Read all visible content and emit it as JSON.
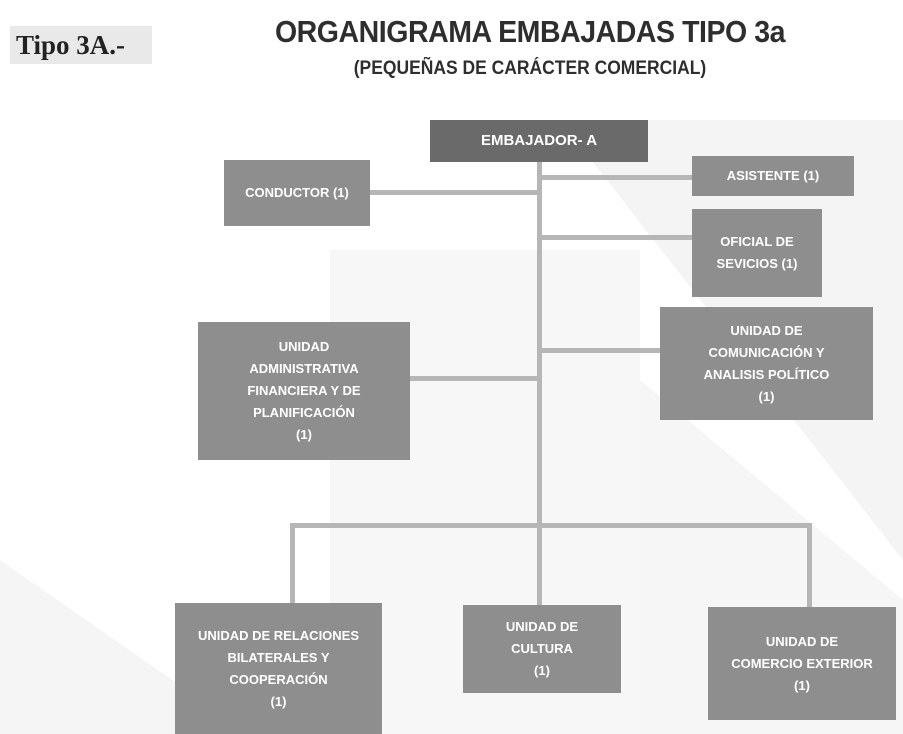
{
  "header": {
    "tag": "Tipo 3A.-",
    "title": "ORGANIGRAMA EMBAJADAS TIPO 3a",
    "subtitle": "(PEQUEÑAS DE CARÁCTER COMERCIAL)"
  },
  "org": {
    "embajador": "EMBAJADOR- A",
    "conductor": "CONDUCTOR (1)",
    "asistente": "ASISTENTE (1)",
    "oficial_servicios": "OFICIAL DE\nSEVICIOS (1)",
    "unidad_administrativa": "UNIDAD\nADMINISTRATIVA\nFINANCIERA Y DE\nPLANIFICACIÓN\n(1)",
    "unidad_comunicacion": "UNIDAD DE\nCOMUNICACIÓN Y\nANALISIS POLÍTICO\n(1)",
    "unidad_relaciones": "UNIDAD DE RELACIONES\nBILATERALES Y\nCOOPERACIÓN\n(1)",
    "unidad_cultura": "UNIDAD DE\nCULTURA\n(1)",
    "unidad_comercio": "UNIDAD DE\nCOMERCIO EXTERIOR\n(1)"
  },
  "colors": {
    "box": "#8e8e8e",
    "box_head": "#6a6a6a",
    "connector": "#b6b6b6"
  }
}
